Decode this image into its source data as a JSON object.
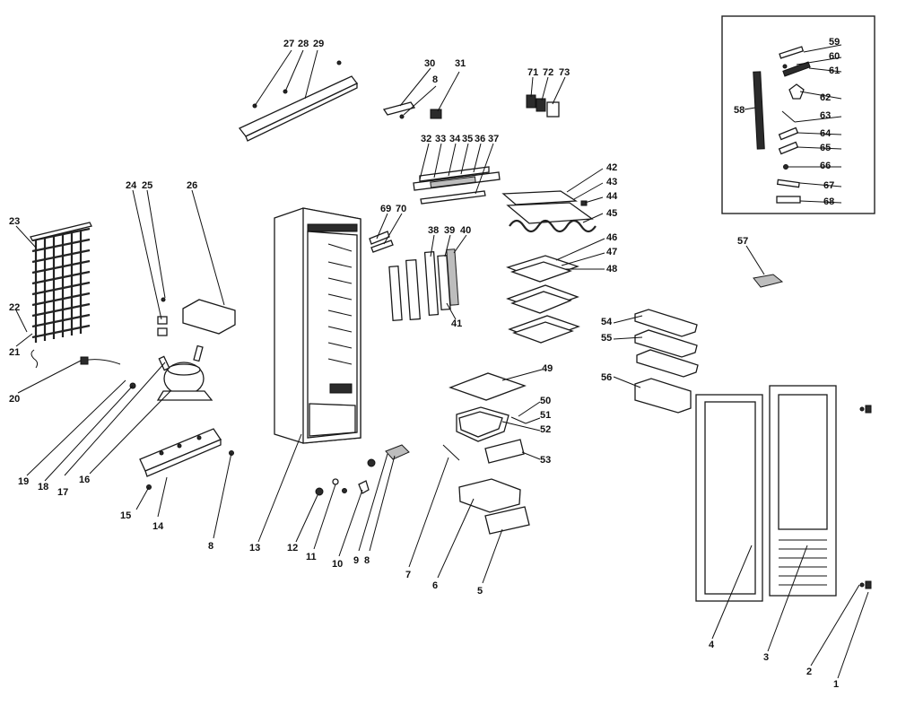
{
  "labels": {
    "n1": "1",
    "n2": "2",
    "n3": "3",
    "n4": "4",
    "n5": "5",
    "n6": "6",
    "n7": "7",
    "n8a": "8",
    "n8b": "8",
    "n8c": "8",
    "n9": "9",
    "n10": "10",
    "n11": "11",
    "n12": "12",
    "n13": "13",
    "n14": "14",
    "n15": "15",
    "n16": "16",
    "n17": "17",
    "n18": "18",
    "n19": "19",
    "n20": "20",
    "n21": "21",
    "n22": "22",
    "n23": "23",
    "n24": "24",
    "n25": "25",
    "n26": "26",
    "n27": "27",
    "n28": "28",
    "n29": "29",
    "n30": "30",
    "n31": "31",
    "n32": "32",
    "n33": "33",
    "n34": "34",
    "n35": "35",
    "n36": "36",
    "n37": "37",
    "n38": "38",
    "n39": "39",
    "n40": "40",
    "n41": "41",
    "n42": "42",
    "n43": "43",
    "n44": "44",
    "n45": "45",
    "n46": "46",
    "n47": "47",
    "n48": "48",
    "n49": "49",
    "n50": "50",
    "n51": "51",
    "n52": "52",
    "n53": "53",
    "n54": "54",
    "n55": "55",
    "n56": "56",
    "n57": "57",
    "n58": "58",
    "n59": "59",
    "n60": "60",
    "n61": "61",
    "n62": "62",
    "n63": "63",
    "n64": "64",
    "n65": "65",
    "n66": "66",
    "n67": "67",
    "n68": "68",
    "n69": "69",
    "n70": "70",
    "n71": "71",
    "n72": "72",
    "n73": "73"
  },
  "colors": {
    "line": "#111111",
    "background": "#ffffff"
  }
}
